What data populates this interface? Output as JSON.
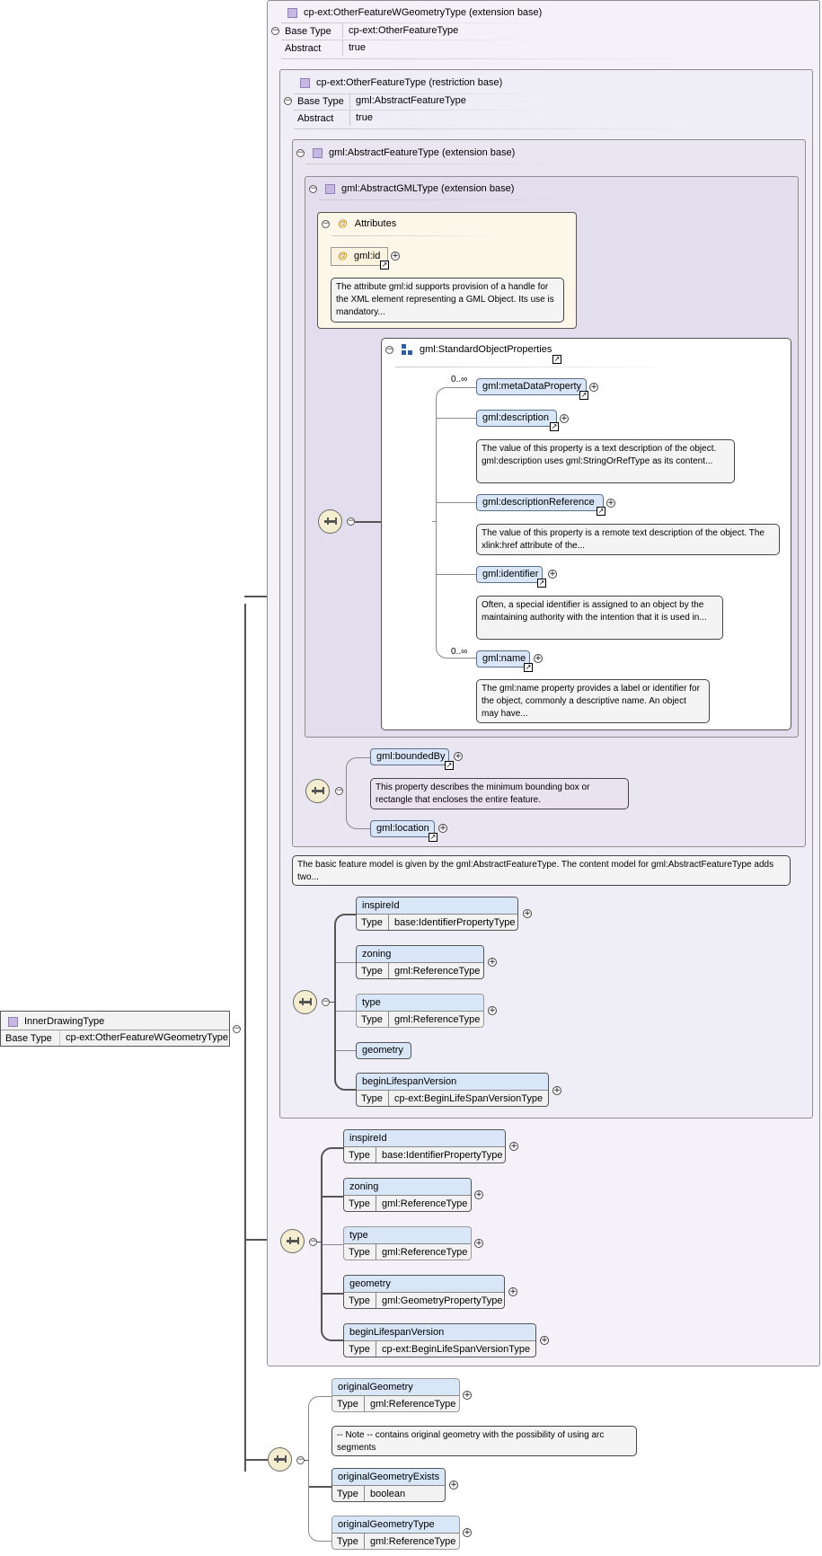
{
  "root": {
    "name": "InnerDrawingType",
    "base_type_label": "Base Type",
    "base_type": "cp-ext:OtherFeatureWGeometryType"
  },
  "ext1": {
    "title": "cp-ext:OtherFeatureWGeometryType (extension base)",
    "base_type_label": "Base Type",
    "base_type": "cp-ext:OtherFeatureType",
    "abstract_label": "Abstract",
    "abstract": "true"
  },
  "restr": {
    "title": "cp-ext:OtherFeatureType (restriction base)",
    "base_type_label": "Base Type",
    "base_type": "gml:AbstractFeatureType",
    "abstract_label": "Abstract",
    "abstract": "true"
  },
  "afeat": {
    "title": "gml:AbstractFeatureType (extension base)",
    "doc": "The basic feature model is given by the gml:AbstractFeatureType. The content model for gml:AbstractFeatureType adds two..."
  },
  "agml": {
    "title": "gml:AbstractGMLType (extension base)"
  },
  "attrs": {
    "title": "Attributes",
    "id_name": "gml:id",
    "id_doc": "The attribute gml:id supports provision of a handle for the XML element representing a GML Object. Its use is mandatory..."
  },
  "sop": {
    "title": "gml:StandardObjectProperties",
    "items": [
      {
        "name": "gml:metaDataProperty",
        "card": "0..∞"
      },
      {
        "name": "gml:description",
        "doc": "The value of this property is a text description of the object. gml:description uses gml:StringOrRefType as its content..."
      },
      {
        "name": "gml:descriptionReference",
        "doc": "The value of this property is a remote text description of the object. The xlink:href attribute of the..."
      },
      {
        "name": "gml:identifier",
        "doc": "Often, a special identifier is assigned to an object by the maintaining authority with the intention that it is used in..."
      },
      {
        "name": "gml:name",
        "card": "0..∞",
        "doc": "The gml:name property provides a label or identifier for the object, commonly a descriptive name. An object may have..."
      }
    ]
  },
  "bounded": {
    "name": "gml:boundedBy",
    "doc": "This property describes the minimum bounding box or rectangle that encloses the entire feature."
  },
  "location": {
    "name": "gml:location"
  },
  "type_label": "Type",
  "restr_seq": [
    {
      "name": "inspireId",
      "type": "base:IdentifierPropertyType"
    },
    {
      "name": "zoning",
      "type": "gml:ReferenceType"
    },
    {
      "name": "type",
      "type": "gml:ReferenceType"
    },
    {
      "name": "geometry"
    },
    {
      "name": "beginLifespanVersion",
      "type": "cp-ext:BeginLifeSpanVersionType"
    }
  ],
  "ext_seq": [
    {
      "name": "inspireId",
      "type": "base:IdentifierPropertyType"
    },
    {
      "name": "zoning",
      "type": "gml:ReferenceType"
    },
    {
      "name": "type",
      "type": "gml:ReferenceType"
    },
    {
      "name": "geometry",
      "type": "gml:GeometryPropertyType"
    },
    {
      "name": "beginLifespanVersion",
      "type": "cp-ext:BeginLifeSpanVersionType"
    }
  ],
  "own_seq": [
    {
      "name": "originalGeometry",
      "type": "gml:ReferenceType",
      "doc": "-- Note -- contains original geometry with the possibility of using arc segments"
    },
    {
      "name": "originalGeometryExists",
      "type": "boolean"
    },
    {
      "name": "originalGeometryType",
      "type": "gml:ReferenceType"
    }
  ]
}
